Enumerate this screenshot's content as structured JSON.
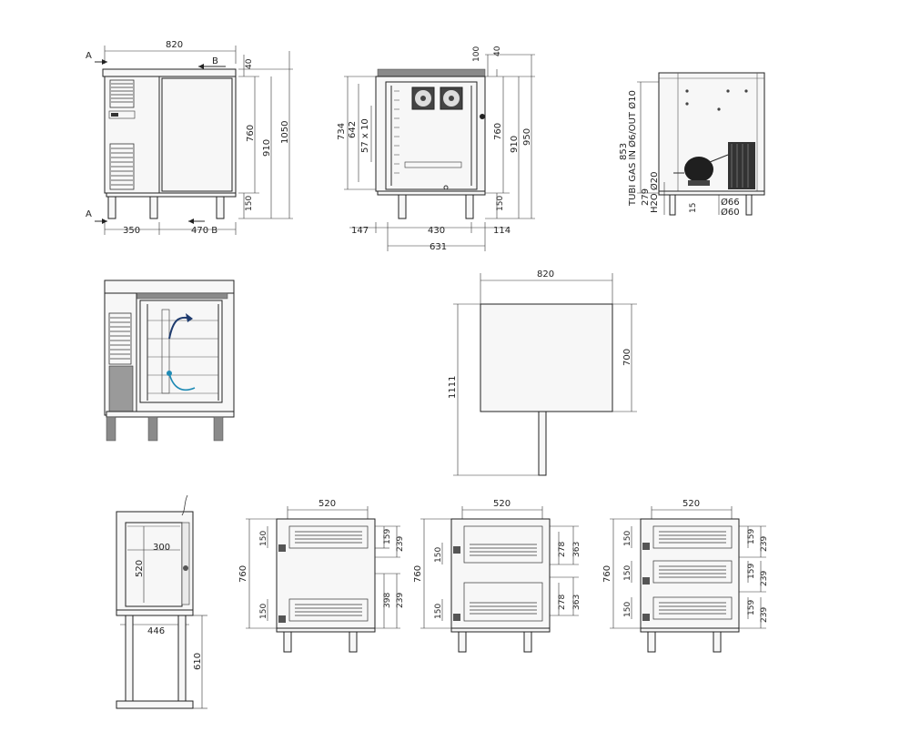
{
  "front_view": {
    "width_label": "820",
    "top_left_marker": "A",
    "top_b_marker": "B",
    "bottom_left_marker": "A",
    "dim_40": "40",
    "dim_760": "760",
    "dim_910": "910",
    "dim_1050": "1050",
    "dim_150": "150",
    "bottom_350": "350",
    "bottom_470b": "470 B"
  },
  "section_view": {
    "dim_100": "100",
    "dim_40": "40",
    "dim_734": "734",
    "dim_642": "642",
    "dim_57x10": "57 x 10",
    "dim_760": "760",
    "dim_910": "910",
    "dim_950": "950",
    "dim_150": "150",
    "bottom_147": "147",
    "bottom_430": "430",
    "bottom_114": "114",
    "bottom_631": "631"
  },
  "side_view": {
    "dim_853": "853",
    "gas_label": "TUBI GAS IN Ø6/OUT Ø10",
    "dim_279": "279",
    "h2o_label": "H2O Ø20",
    "dim_15": "15",
    "pipe_66": "Ø66",
    "pipe_60": "Ø60"
  },
  "top_view": {
    "width_820": "820",
    "depth_700": "700",
    "total_1111": "1111"
  },
  "door_view": {
    "dim_300": "300",
    "dim_520": "520",
    "dim_446": "446",
    "dim_610": "610"
  },
  "config_1": {
    "top_520": "520",
    "left_760": "760",
    "left_150_top": "150",
    "left_150_bottom": "150",
    "right_159": "159",
    "right_239": "239",
    "right_398": "398",
    "right_239b": "239"
  },
  "config_2": {
    "top_520": "520",
    "left_760": "760",
    "left_150_top": "150",
    "left_150_bottom": "150",
    "right_278": "278",
    "right_363": "363",
    "right_278b": "278",
    "right_363b": "363"
  },
  "config_3": {
    "top_520": "520",
    "left_760": "760",
    "left_150_a": "150",
    "left_150_b": "150",
    "left_150_c": "150",
    "right_159a": "159",
    "right_239a": "239",
    "right_159b": "159",
    "right_239b": "239",
    "right_159c": "159",
    "right_239c": "239"
  }
}
